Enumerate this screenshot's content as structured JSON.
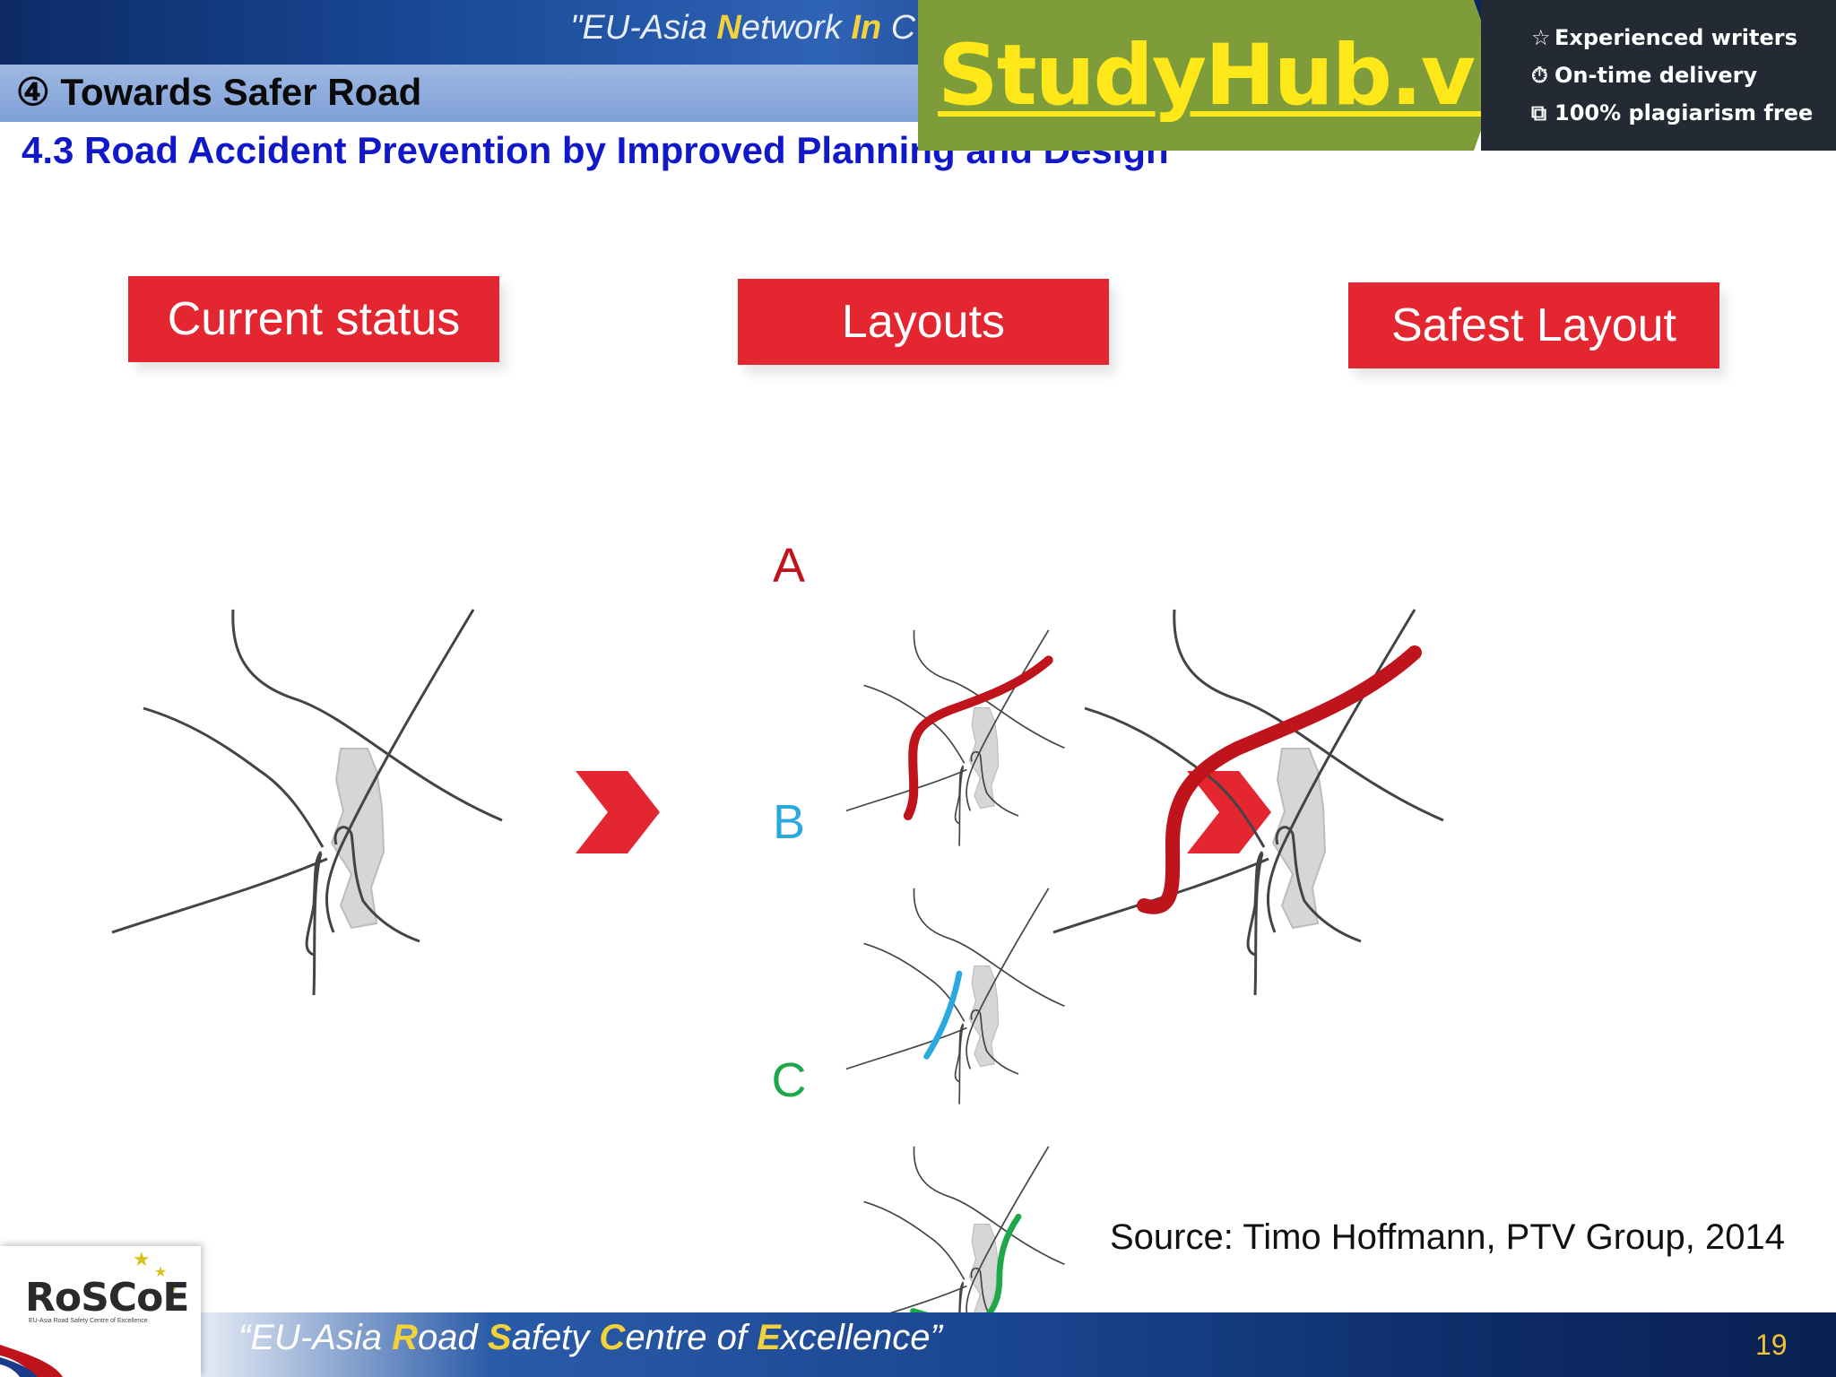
{
  "header": {
    "banner_parts": [
      "\"EU-Asia ",
      "N",
      "etwork ",
      "In",
      " C"
    ],
    "section_title": "④ Towards Safer Road",
    "slide_heading": "4.3 Road Accident Prevention by Improved Planning and Design"
  },
  "ad": {
    "brand": "StudyHub.vip",
    "features": [
      {
        "icon": "star-icon",
        "glyph": "☆",
        "label": "Experienced writers"
      },
      {
        "icon": "clock-icon",
        "glyph": "⏱",
        "label": "On-time delivery"
      },
      {
        "icon": "copy-icon",
        "glyph": "⧉",
        "label": "100% plagiarism free"
      }
    ],
    "colors": {
      "green": "#7f9c3a",
      "yellow": "#ffe81a",
      "dark": "#232a33"
    }
  },
  "columns": {
    "current": "Current status",
    "layouts": "Layouts",
    "safest": "Safest Layout"
  },
  "options": [
    {
      "letter": "A",
      "color": "#c0141c"
    },
    {
      "letter": "B",
      "color": "#2aa8e0"
    },
    {
      "letter": "C",
      "color": "#1fa84a"
    }
  ],
  "source": "Source: Timo Hoffmann, PTV Group, 2014",
  "footer": {
    "parts": [
      "“EU-Asia ",
      "R",
      "oad ",
      "S",
      "afety ",
      "C",
      "entre ",
      "of ",
      "E",
      "xcellence”"
    ],
    "page_number": "19",
    "logo": "RoSCoE",
    "logo_subtitle": "EU-Asia Road Safety Centre of Excellence"
  },
  "colors": {
    "header_red": "#e3262f",
    "heading_blue": "#1118c8",
    "road": "#444444",
    "area": "#d6d6d6"
  }
}
